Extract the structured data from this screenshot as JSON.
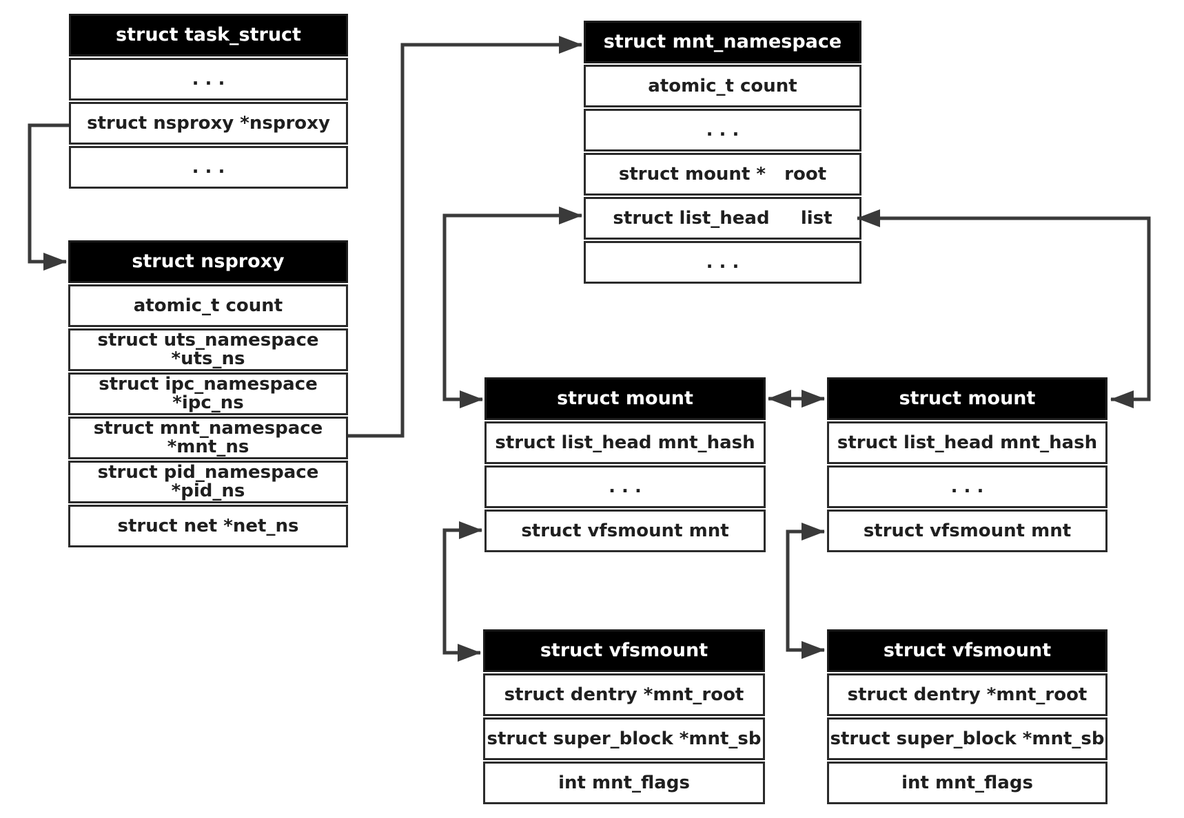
{
  "boxes": {
    "task_struct": {
      "title": "struct task_struct",
      "rows": [
        ". . .",
        "struct nsproxy *nsproxy",
        ". . ."
      ]
    },
    "nsproxy": {
      "title": "struct nsproxy",
      "rows": [
        "atomic_t count",
        "struct uts_namespace\n*uts_ns",
        "struct ipc_namespace\n*ipc_ns",
        "struct mnt_namespace\n*mnt_ns",
        "struct pid_namespace\n*pid_ns",
        "struct net *net_ns"
      ]
    },
    "mnt_namespace": {
      "title": "struct mnt_namespace",
      "rows": [
        "atomic_t count",
        ". . .",
        "struct mount *   root",
        "struct list_head     list",
        ". . ."
      ]
    },
    "mount": {
      "title": "struct mount",
      "rows": [
        "struct list_head mnt_hash",
        ". . .",
        "struct vfsmount mnt"
      ]
    },
    "vfsmount": {
      "title": "struct vfsmount",
      "rows": [
        "struct dentry *mnt_root",
        "struct super_block *mnt_sb",
        "int mnt_flags"
      ]
    }
  },
  "colors": {
    "header_bg": "#000000",
    "header_text": "#ffffff",
    "row_text": "#1f1f1f",
    "border": "#2b2b2b",
    "line": "#3a3a3a",
    "background": "#ffffff"
  }
}
